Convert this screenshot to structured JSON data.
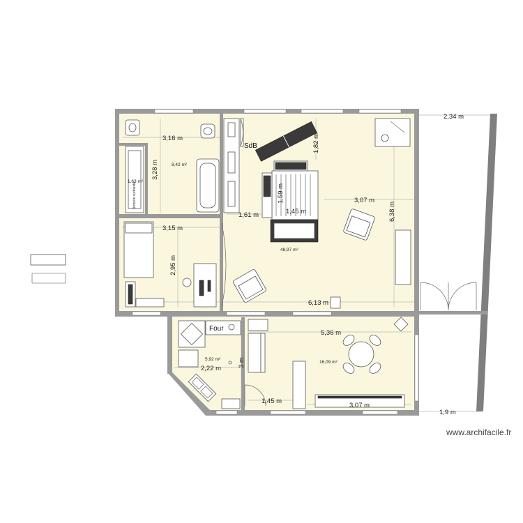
{
  "plan": {
    "rooms": [
      {
        "id": "sdb",
        "label": "SdB",
        "area": "8,42 m²"
      },
      {
        "id": "placard",
        "label": "",
        "area": "1,63 m²",
        "note": "Armoire sudoeste"
      },
      {
        "id": "main",
        "label": "",
        "area": "48,97 m²"
      },
      {
        "id": "cuisine",
        "label": "",
        "area": "5,92 m²",
        "appliance": "Four"
      },
      {
        "id": "salle",
        "label": "",
        "area": "16,09 m²"
      }
    ],
    "dimensions": [
      "2,34 m",
      "3,16 m",
      "3,28 m",
      "1,82 m",
      "1,59 m",
      "1,45 m",
      "1,61 m",
      "3,07 m",
      "6,38 m",
      "3,15 m",
      "2,95 m",
      "6,13 m",
      "5,36 m",
      "2,22 m",
      "3 m",
      "1,45 m",
      "3,07 m",
      "1,9 m"
    ],
    "watermark": "www.archifacile.fr"
  }
}
